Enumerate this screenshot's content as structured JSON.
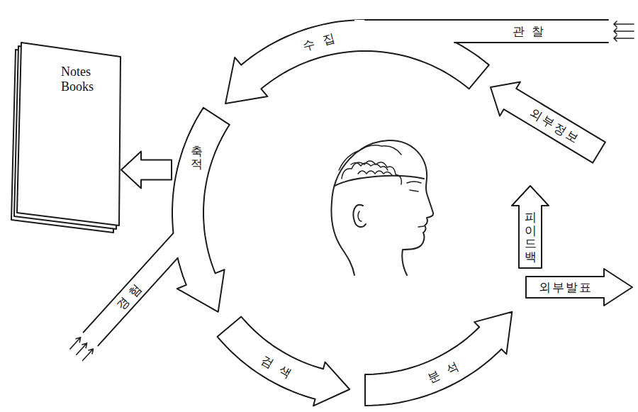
{
  "diagram": {
    "nodes": [
      {
        "text": [
          "수집"
        ]
      },
      {
        "text": [
          "관찰"
        ]
      },
      {
        "text": [
          "축적"
        ]
      },
      {
        "text": [
          "Notes Books"
        ]
      },
      {
        "text": [
          "경험"
        ]
      },
      {
        "text": [
          "검색"
        ]
      },
      {
        "text": [
          "분석"
        ]
      },
      {
        "text": [
          "외부발표"
        ]
      },
      {
        "text": [
          "피이드백"
        ]
      },
      {
        "text": [
          "외부정보"
        ]
      }
    ],
    "edges": [
      {
        "from": 2,
        "to": 3,
        "arrow": "to"
      }
    ]
  }
}
